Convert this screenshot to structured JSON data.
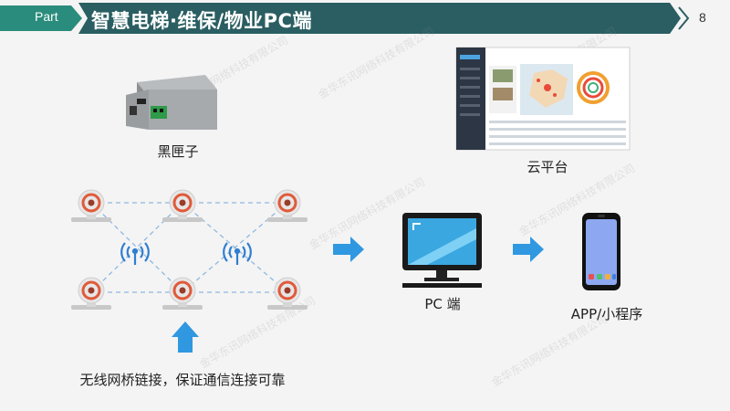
{
  "header": {
    "part_label": "Part",
    "title": "智慧电梯·维保/物业PC端",
    "page_number": "8"
  },
  "nodes": {
    "black_box": "黑匣子",
    "cloud": "云平台",
    "pc": "PC 端",
    "app": "APP/小程序"
  },
  "caption": "无线网桥链接，保证通信连接可靠",
  "watermark": "金华东讯网络科技有限公司",
  "colors": {
    "accent": "#2a8c7c",
    "title_bar": "#2a5e62",
    "arrow": "#2f98e0",
    "camera_ring": "#e05a3a"
  }
}
